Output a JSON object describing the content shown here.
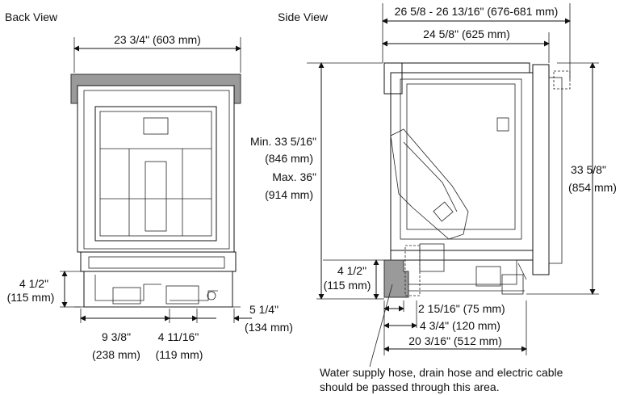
{
  "back_view": {
    "title": "Back View",
    "width_in": "23 3/4\"",
    "width_mm": "(603 mm)",
    "kick_h_in": "4 1/2\"",
    "kick_h_mm": "(115 mm)",
    "dim_a_in": "9 3/8\"",
    "dim_a_mm": "(238 mm)",
    "dim_b_in": "4 11/16\"",
    "dim_b_mm": "(119 mm)",
    "dim_c_in": "5 1/4\"",
    "dim_c_mm": "(134 mm)"
  },
  "side_view": {
    "title": "Side View",
    "top_depth": "26 5/8 - 26 13/16\" (676-681 mm)",
    "depth": "24 5/8\" (625 mm)",
    "min_h_in": "Min. 33 5/16\"",
    "min_h_mm": "(846 mm)",
    "max_h_in": "Max. 36\"",
    "max_h_mm": "(914 mm)",
    "height_in": "33 5/8\"",
    "height_mm": "(854 mm)",
    "kick_h_in": "4 1/2\"",
    "kick_h_mm": "(115 mm)",
    "d1": "2 15/16\" (75 mm)",
    "d2": "4 3/4\" (120 mm)",
    "d3": "20 3/16\" (512 mm)"
  },
  "note": {
    "line1": "Water supply hose, drain hose and electric cable",
    "line2": "should be passed through this area."
  }
}
